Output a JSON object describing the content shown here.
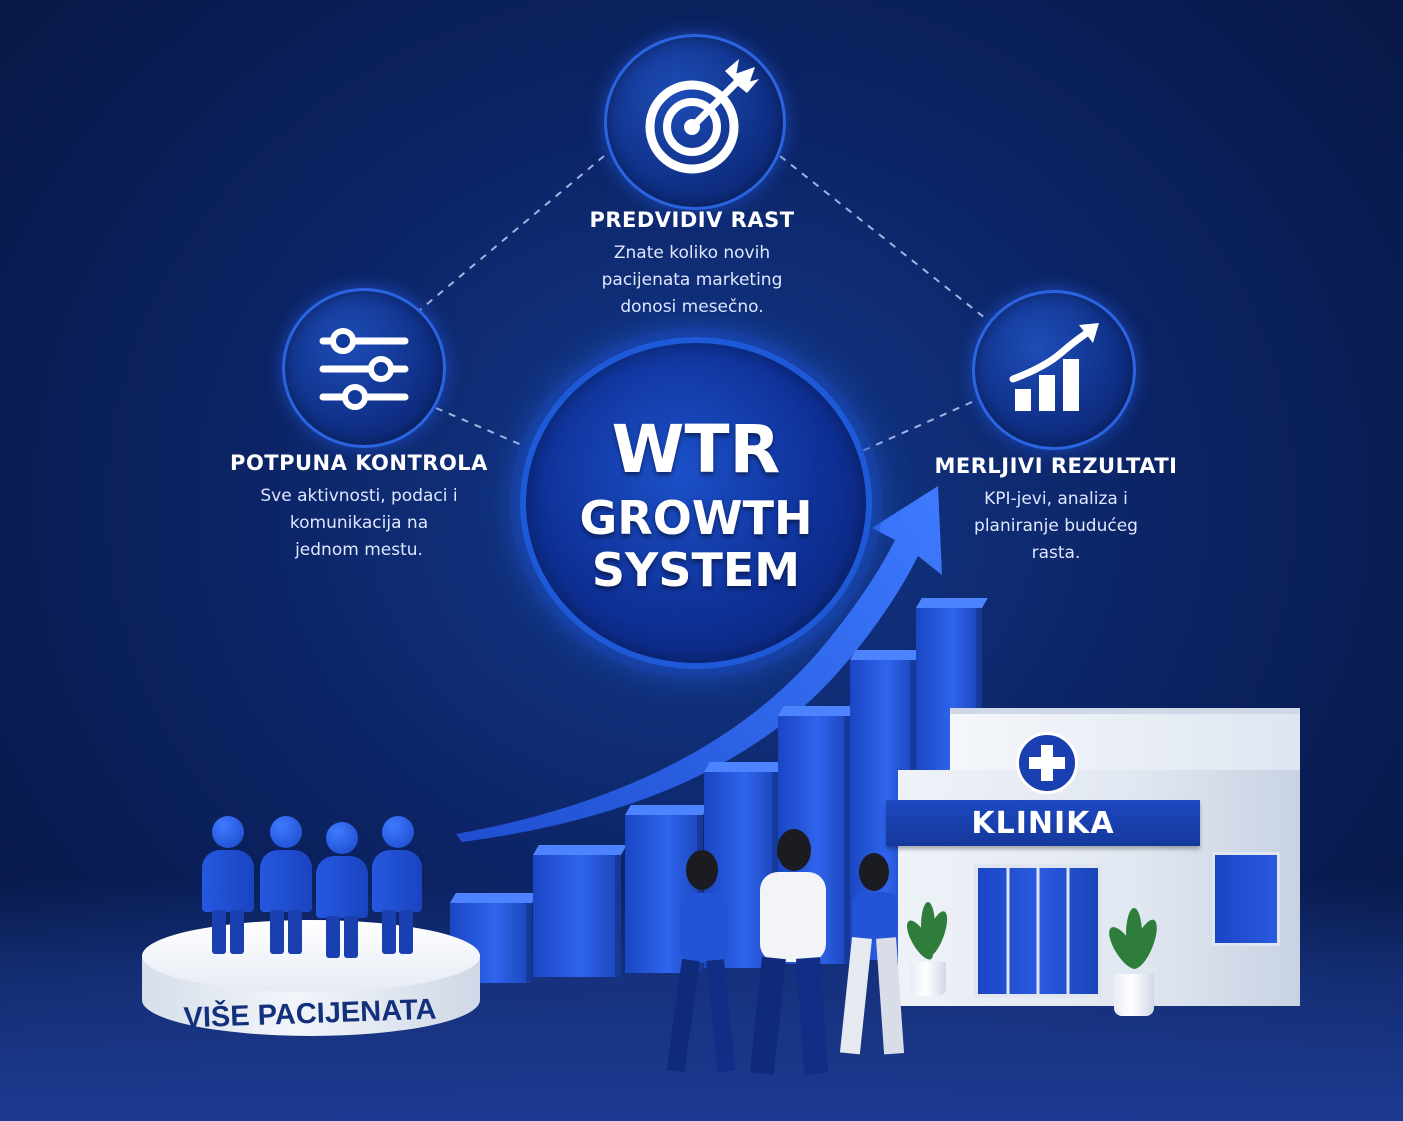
{
  "center": {
    "line1": "WTR",
    "line2": "GROWTH",
    "line3": "SYSTEM"
  },
  "features": {
    "top": {
      "icon": "target-icon",
      "title": "PREDVIDIV RAST",
      "desc": "Znate koliko novih\npacijenata marketing\ndonosi mesečno."
    },
    "left": {
      "icon": "sliders-icon",
      "title": "POTPUNA KONTROLA",
      "desc": "Sve aktivnosti, podaci i\nkomunikacija na\njednom mestu."
    },
    "right": {
      "icon": "growth-chart-icon",
      "title": "MERLJIVI REZULTATI",
      "desc": "KPI-jevi, analiza i\nplaniranje budućeg\nrasta."
    }
  },
  "podium": {
    "label": "VIŠE PACIJENATA"
  },
  "clinic": {
    "sign": "KLINIKA",
    "icon": "medical-cross-icon"
  },
  "colors": {
    "background": "#0c2466",
    "accent": "#2a64e0",
    "bar": "#2f64ec",
    "text": "#ffffff"
  }
}
